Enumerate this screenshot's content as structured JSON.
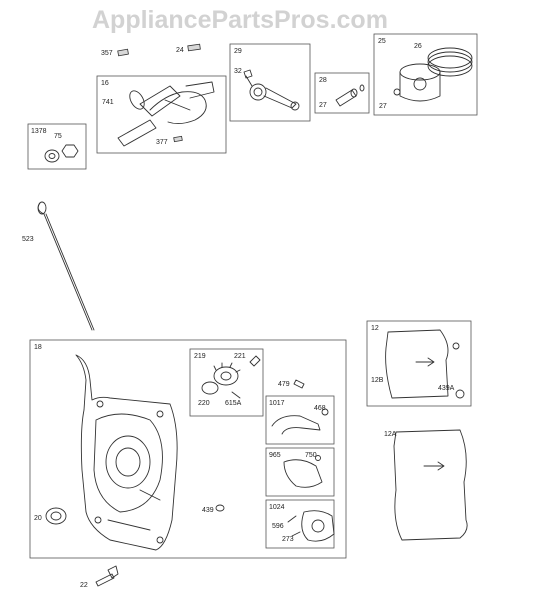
{
  "watermark": "AppliancePartsPros.com",
  "labels": {
    "p357": "357",
    "p24": "24",
    "p29": "29",
    "p32": "32",
    "p25": "25",
    "p26": "26",
    "p16": "16",
    "p741": "741",
    "p377": "377",
    "p28": "28",
    "p27a": "27",
    "p27b": "27",
    "p1378": "1378",
    "p75": "75",
    "p523": "523",
    "p18": "18",
    "p219": "219",
    "p221": "221",
    "p220": "220",
    "p615A": "615A",
    "p479": "479",
    "p1017": "1017",
    "p468": "468",
    "p965": "965",
    "p750": "750",
    "p439": "439",
    "p1024": "1024",
    "p596": "596",
    "p273": "273",
    "p20": "20",
    "p22": "22",
    "p12": "12",
    "p12B": "12B",
    "p439A": "439A",
    "p12A": "12A"
  }
}
